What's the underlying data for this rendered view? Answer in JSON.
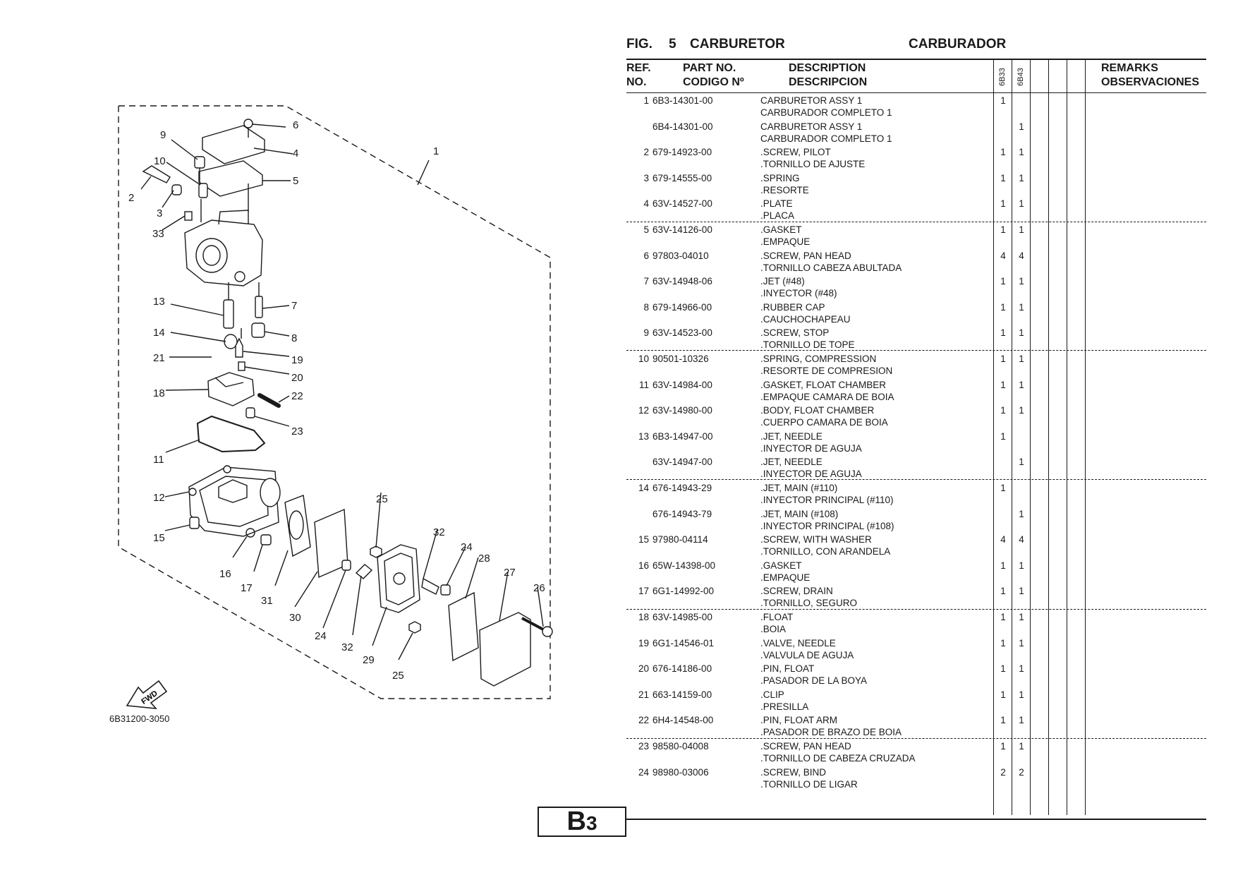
{
  "figure": {
    "fig_label": "FIG.",
    "fig_number": "5",
    "title_en": "CARBURETOR",
    "title_es": "CARBURADOR"
  },
  "diagram": {
    "code": "6B31200-3050",
    "fwd_label": "FWD",
    "callouts": [
      "1",
      "2",
      "3",
      "4",
      "5",
      "6",
      "7",
      "8",
      "9",
      "10",
      "11",
      "12",
      "13",
      "14",
      "15",
      "16",
      "17",
      "18",
      "19",
      "20",
      "21",
      "22",
      "23",
      "24",
      "24",
      "25",
      "25",
      "26",
      "27",
      "28",
      "29",
      "30",
      "31",
      "32",
      "32",
      "33"
    ]
  },
  "table": {
    "headers": {
      "ref_en": "REF.",
      "ref_es": "NO.",
      "part_en": "PART NO.",
      "part_es": "CODIGO Nº",
      "desc_en": "DESCRIPTION",
      "desc_es": "DESCRIPCION",
      "model_1": "6B33",
      "model_2": "6B43",
      "remarks_en": "REMARKS",
      "remarks_es": "OBSERVACIONES"
    },
    "rows": [
      {
        "ref": "1",
        "part": "6B3-14301-00",
        "desc_en": "CARBURETOR ASSY 1",
        "desc_es": "CARBURADOR COMPLETO 1",
        "q1": "1",
        "q2": ""
      },
      {
        "ref": "",
        "part": "6B4-14301-00",
        "desc_en": "CARBURETOR ASSY 1",
        "desc_es": "CARBURADOR COMPLETO 1",
        "q1": "",
        "q2": "1"
      },
      {
        "ref": "2",
        "part": "679-14923-00",
        "desc_en": ".SCREW, PILOT",
        "desc_es": ".TORNILLO DE AJUSTE",
        "q1": "1",
        "q2": "1"
      },
      {
        "ref": "3",
        "part": "679-14555-00",
        "desc_en": ".SPRING",
        "desc_es": ".RESORTE",
        "q1": "1",
        "q2": "1"
      },
      {
        "ref": "4",
        "part": "63V-14527-00",
        "desc_en": ".PLATE",
        "desc_es": ".PLACA",
        "q1": "1",
        "q2": "1"
      },
      {
        "ref": "5",
        "part": "63V-14126-00",
        "desc_en": ".GASKET",
        "desc_es": ".EMPAQUE",
        "q1": "1",
        "q2": "1"
      },
      {
        "ref": "6",
        "part": "97803-04010",
        "desc_en": ".SCREW, PAN HEAD",
        "desc_es": ".TORNILLO  CABEZA ABULTADA",
        "q1": "4",
        "q2": "4"
      },
      {
        "ref": "7",
        "part": "63V-14948-06",
        "desc_en": ".JET (#48)",
        "desc_es": ".INYECTOR (#48)",
        "q1": "1",
        "q2": "1"
      },
      {
        "ref": "8",
        "part": "679-14966-00",
        "desc_en": ".RUBBER CAP",
        "desc_es": ".CAUCHOCHAPEAU",
        "q1": "1",
        "q2": "1"
      },
      {
        "ref": "9",
        "part": "63V-14523-00",
        "desc_en": ".SCREW, STOP",
        "desc_es": ".TORNILLO  DE TOPE",
        "q1": "1",
        "q2": "1"
      },
      {
        "ref": "10",
        "part": "90501-10326",
        "desc_en": ".SPRING, COMPRESSION",
        "desc_es": ".RESORTE  DE COMPRESION",
        "q1": "1",
        "q2": "1"
      },
      {
        "ref": "11",
        "part": "63V-14984-00",
        "desc_en": ".GASKET, FLOAT CHAMBER",
        "desc_es": ".EMPAQUE CAMARA DE BOIA",
        "q1": "1",
        "q2": "1"
      },
      {
        "ref": "12",
        "part": "63V-14980-00",
        "desc_en": ".BODY, FLOAT CHAMBER",
        "desc_es": ".CUERPO CAMARA DE BOIA",
        "q1": "1",
        "q2": "1"
      },
      {
        "ref": "13",
        "part": "6B3-14947-00",
        "desc_en": ".JET, NEEDLE",
        "desc_es": ".INYECTOR  DE AGUJA",
        "q1": "1",
        "q2": ""
      },
      {
        "ref": "",
        "part": "63V-14947-00",
        "desc_en": ".JET, NEEDLE",
        "desc_es": ".INYECTOR  DE AGUJA",
        "q1": "",
        "q2": "1"
      },
      {
        "ref": "14",
        "part": "676-14943-29",
        "desc_en": ".JET, MAIN (#110)",
        "desc_es": ".INYECTOR  PRINCIPAL (#110)",
        "q1": "1",
        "q2": ""
      },
      {
        "ref": "",
        "part": "676-14943-79",
        "desc_en": ".JET, MAIN (#108)",
        "desc_es": ".INYECTOR  PRINCIPAL (#108)",
        "q1": "",
        "q2": "1"
      },
      {
        "ref": "15",
        "part": "97980-04114",
        "desc_en": ".SCREW, WITH WASHER",
        "desc_es": ".TORNILLO, CON ARANDELA",
        "q1": "4",
        "q2": "4"
      },
      {
        "ref": "16",
        "part": "65W-14398-00",
        "desc_en": ".GASKET",
        "desc_es": ".EMPAQUE",
        "q1": "1",
        "q2": "1"
      },
      {
        "ref": "17",
        "part": "6G1-14992-00",
        "desc_en": ".SCREW, DRAIN",
        "desc_es": ".TORNILLO, SEGURO",
        "q1": "1",
        "q2": "1"
      },
      {
        "ref": "18",
        "part": "63V-14985-00",
        "desc_en": ".FLOAT",
        "desc_es": ".BOIA",
        "q1": "1",
        "q2": "1"
      },
      {
        "ref": "19",
        "part": "6G1-14546-01",
        "desc_en": ".VALVE, NEEDLE",
        "desc_es": ".VALVULA  DE AGUJA",
        "q1": "1",
        "q2": "1"
      },
      {
        "ref": "20",
        "part": "676-14186-00",
        "desc_en": ".PIN, FLOAT",
        "desc_es": ".PASADOR DE LA BOYA",
        "q1": "1",
        "q2": "1"
      },
      {
        "ref": "21",
        "part": "663-14159-00",
        "desc_en": ".CLIP",
        "desc_es": ".PRESILLA",
        "q1": "1",
        "q2": "1"
      },
      {
        "ref": "22",
        "part": "6H4-14548-00",
        "desc_en": ".PIN, FLOAT ARM",
        "desc_es": ".PASADOR DE BRAZO DE BOIA",
        "q1": "1",
        "q2": "1"
      },
      {
        "ref": "23",
        "part": "98580-04008",
        "desc_en": ".SCREW, PAN HEAD",
        "desc_es": ".TORNILLO DE CABEZA CRUZADA",
        "q1": "1",
        "q2": "1"
      },
      {
        "ref": "24",
        "part": "98980-03006",
        "desc_en": ".SCREW, BIND",
        "desc_es": ".TORNILLO  DE LIGAR",
        "q1": "2",
        "q2": "2"
      }
    ]
  },
  "page": {
    "section_letter": "B",
    "section_number": "3"
  }
}
